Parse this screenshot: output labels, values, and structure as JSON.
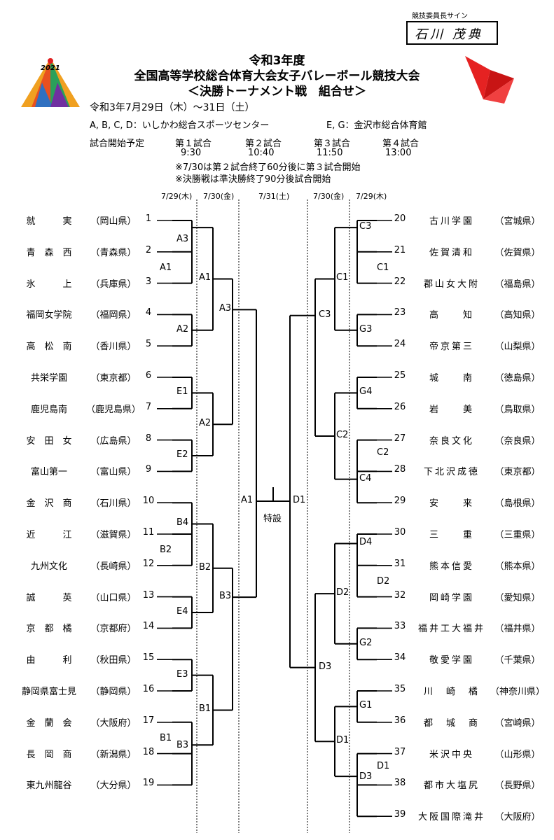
{
  "header": {
    "title_line1": "令和3年度",
    "title_line2": "全国高等学校総合体育大会女子バレーボール競技大会",
    "title_line3": "＜決勝トーナメント戦　組合せ＞",
    "dates": "令和3年7月29日（木）～31日（土）",
    "venue_abcd": "A, B, C, D：いしかわ総合スポーツセンター",
    "venue_eg": "E, G：金沢市総合体育館",
    "schedule_label": "試合開始予定",
    "match_names": [
      "第１試合",
      "第２試合",
      "第３試合",
      "第４試合"
    ],
    "match_times": [
      "9:30",
      "10:40",
      "11:50",
      "13:00"
    ],
    "note1": "※7/30は第２試合終了60分後に第３試合開始",
    "note2": "※決勝戦は準決勝終了90分後試合開始",
    "signature_label": "競技委員長サイン",
    "signature": "石川 茂典",
    "logo_year": "2021"
  },
  "columns": [
    "7/29(木)",
    "7/30(金)",
    "7/31(土)",
    "7/30(金)",
    "7/29(木)"
  ],
  "left_teams": [
    {
      "no": "1",
      "name": "就　　　実",
      "pref": "（岡山県）"
    },
    {
      "no": "2",
      "name": "青　森　西",
      "pref": "（青森県）"
    },
    {
      "no": "3",
      "name": "氷　　　上",
      "pref": "（兵庫県）"
    },
    {
      "no": "4",
      "name": "福岡女学院",
      "pref": "（福岡県）"
    },
    {
      "no": "5",
      "name": "高　松　南",
      "pref": "（香川県）"
    },
    {
      "no": "6",
      "name": "共栄学園",
      "pref": "（東京都）"
    },
    {
      "no": "7",
      "name": "鹿児島南",
      "pref": "（鹿児島県）"
    },
    {
      "no": "8",
      "name": "安　田　女",
      "pref": "（広島県）"
    },
    {
      "no": "9",
      "name": "富山第一",
      "pref": "（富山県）"
    },
    {
      "no": "10",
      "name": "金　沢　商",
      "pref": "（石川県）"
    },
    {
      "no": "11",
      "name": "近　　　江",
      "pref": "（滋賀県）"
    },
    {
      "no": "12",
      "name": "九州文化",
      "pref": "（長崎県）"
    },
    {
      "no": "13",
      "name": "誠　　　英",
      "pref": "（山口県）"
    },
    {
      "no": "14",
      "name": "京　都　橘",
      "pref": "（京都府）"
    },
    {
      "no": "15",
      "name": "由　　　利",
      "pref": "（秋田県）"
    },
    {
      "no": "16",
      "name": "静岡県富士見",
      "pref": "（静岡県）"
    },
    {
      "no": "17",
      "name": "金　蘭　会",
      "pref": "（大阪府）"
    },
    {
      "no": "18",
      "name": "長　岡　商",
      "pref": "（新潟県）"
    },
    {
      "no": "19",
      "name": "東九州龍谷",
      "pref": "（大分県）"
    }
  ],
  "right_teams": [
    {
      "no": "20",
      "name": "古川学園",
      "pref": "（宮城県）"
    },
    {
      "no": "21",
      "name": "佐賀清和",
      "pref": "（佐賀県）"
    },
    {
      "no": "22",
      "name": "郡山女大附",
      "pref": "（福島県）"
    },
    {
      "no": "23",
      "name": "高　　知",
      "pref": "（高知県）"
    },
    {
      "no": "24",
      "name": "帝京第三",
      "pref": "（山梨県）"
    },
    {
      "no": "25",
      "name": "城　　南",
      "pref": "（徳島県）"
    },
    {
      "no": "26",
      "name": "岩　　美",
      "pref": "（鳥取県）"
    },
    {
      "no": "27",
      "name": "奈良文化",
      "pref": "（奈良県）"
    },
    {
      "no": "28",
      "name": "下北沢成徳",
      "pref": "（東京都）"
    },
    {
      "no": "29",
      "name": "安　　来",
      "pref": "（島根県）"
    },
    {
      "no": "30",
      "name": "三　　重",
      "pref": "（三重県）"
    },
    {
      "no": "31",
      "name": "熊本信愛",
      "pref": "（熊本県）"
    },
    {
      "no": "32",
      "name": "岡崎学園",
      "pref": "（愛知県）"
    },
    {
      "no": "33",
      "name": "福井工大福井",
      "pref": "（福井県）"
    },
    {
      "no": "34",
      "name": "敬愛学園",
      "pref": "（千葉県）"
    },
    {
      "no": "35",
      "name": "川　崎　橘",
      "pref": "（神奈川県）"
    },
    {
      "no": "36",
      "name": "都　城　商",
      "pref": "（宮崎県）"
    },
    {
      "no": "37",
      "name": "米沢中央",
      "pref": "（山形県）"
    },
    {
      "no": "38",
      "name": "都市大塩尻",
      "pref": "（長野県）"
    },
    {
      "no": "39",
      "name": "大阪国際滝井",
      "pref": "（大阪府）"
    }
  ],
  "match_labels": {
    "A1_r1": "A1",
    "A3_r1": "A3",
    "A2_r1": "A2",
    "E1": "E1",
    "E2": "E2",
    "B2_r1": "B2",
    "B4": "B4",
    "E4": "E4",
    "E3": "E3",
    "B1_r1": "B1",
    "B3_r1": "B3",
    "A1_r2": "A1",
    "A2_r2": "A2",
    "B2_r2": "B2",
    "B1_r2": "B1",
    "A3_r3": "A3",
    "B3_r3": "B3",
    "A1_sf": "A1",
    "C3_r1": "C3",
    "C1_r1": "C1",
    "G3": "G3",
    "G4": "G4",
    "C2_r1": "C2",
    "C4": "C4",
    "D4": "D4",
    "D2_r1": "D2",
    "G2": "G2",
    "G1": "G1",
    "D1_r1": "D1",
    "D3_r1": "D3",
    "C1_r2": "C1",
    "C2_r2": "C2",
    "D2_r2": "D2",
    "D1_r2": "D1",
    "C3_r3": "C3",
    "D3_r3": "D3",
    "D1_sf": "D1",
    "final": "特設"
  }
}
